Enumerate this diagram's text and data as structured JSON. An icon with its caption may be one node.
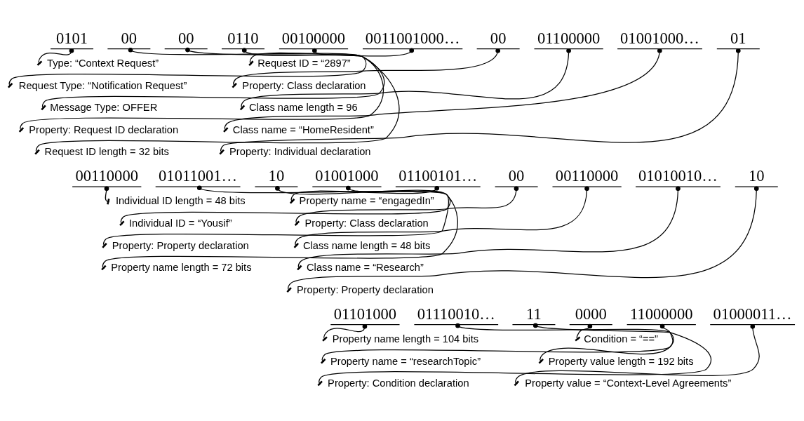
{
  "diagram": {
    "nodes": [
      {
        "text": [
          "0101"
        ]
      },
      {
        "text": [
          "00"
        ]
      },
      {
        "text": [
          "00"
        ]
      },
      {
        "text": [
          "0110"
        ]
      },
      {
        "text": [
          "00100000"
        ]
      },
      {
        "text": [
          "0011001000…"
        ]
      },
      {
        "text": [
          "00"
        ]
      },
      {
        "text": [
          "01100000"
        ]
      },
      {
        "text": [
          "01001000…"
        ]
      },
      {
        "text": [
          "01"
        ]
      },
      {
        "text": [
          "Type: “Context Request”"
        ]
      },
      {
        "text": [
          "Request Type: “Notification Request”"
        ]
      },
      {
        "text": [
          "Message Type: OFFER"
        ]
      },
      {
        "text": [
          "Property: Request ID declaration"
        ]
      },
      {
        "text": [
          "Request ID length = 32 bits"
        ]
      },
      {
        "text": [
          "Request ID = “2897”"
        ]
      },
      {
        "text": [
          "Property: Class declaration"
        ]
      },
      {
        "text": [
          "Class name length = 96"
        ]
      },
      {
        "text": [
          "Class name = “HomeResident”"
        ]
      },
      {
        "text": [
          "Property: Individual declaration"
        ]
      },
      {
        "text": [
          "00110000"
        ]
      },
      {
        "text": [
          "01011001…"
        ]
      },
      {
        "text": [
          "10"
        ]
      },
      {
        "text": [
          "01001000"
        ]
      },
      {
        "text": [
          "01100101…"
        ]
      },
      {
        "text": [
          "00"
        ]
      },
      {
        "text": [
          "00110000"
        ]
      },
      {
        "text": [
          "01010010…"
        ]
      },
      {
        "text": [
          "10"
        ]
      },
      {
        "text": [
          "Individual ID length = 48 bits"
        ]
      },
      {
        "text": [
          "Individual ID = “Yousif”"
        ]
      },
      {
        "text": [
          "Property: Property declaration"
        ]
      },
      {
        "text": [
          "Property name length = 72 bits"
        ]
      },
      {
        "text": [
          "Property name = “engagedIn”"
        ]
      },
      {
        "text": [
          "Property: Class declaration"
        ]
      },
      {
        "text": [
          "Class name length = 48 bits"
        ]
      },
      {
        "text": [
          "Class name = “Research”"
        ]
      },
      {
        "text": [
          "Property: Property declaration"
        ]
      },
      {
        "text": [
          "01101000"
        ]
      },
      {
        "text": [
          "01110010…"
        ]
      },
      {
        "text": [
          "11"
        ]
      },
      {
        "text": [
          "0000"
        ]
      },
      {
        "text": [
          "11000000"
        ]
      },
      {
        "text": [
          "01000011…"
        ]
      },
      {
        "text": [
          "Property name length = 104 bits"
        ]
      },
      {
        "text": [
          "Property name = “researchTopic”"
        ]
      },
      {
        "text": [
          "Property: Condition declaration"
        ]
      },
      {
        "text": [
          "Condition = “==”"
        ]
      },
      {
        "text": [
          "Property value length = 192 bits"
        ]
      },
      {
        "text": [
          "Property value = “Context-Level Agreements”"
        ]
      }
    ],
    "edges": [
      {
        "from": 0,
        "to": 10,
        "arrow": "other"
      },
      {
        "from": 1,
        "to": 11,
        "arrow": "other"
      },
      {
        "from": 2,
        "to": 12,
        "arrow": "other"
      },
      {
        "from": 3,
        "to": 13,
        "arrow": "other"
      },
      {
        "from": 4,
        "to": 14,
        "arrow": "other"
      },
      {
        "from": 5,
        "to": 15,
        "arrow": "other"
      },
      {
        "from": 6,
        "to": 16,
        "arrow": "other"
      },
      {
        "from": 7,
        "to": 17,
        "arrow": "other"
      },
      {
        "from": 8,
        "to": 18,
        "arrow": "other"
      },
      {
        "from": 9,
        "to": 19,
        "arrow": "other"
      },
      {
        "from": 20,
        "to": 29,
        "arrow": "other"
      },
      {
        "from": 21,
        "to": 30,
        "arrow": "other"
      },
      {
        "from": 22,
        "to": 31,
        "arrow": "other"
      },
      {
        "from": 23,
        "to": 32,
        "arrow": "other"
      },
      {
        "from": 24,
        "to": 33,
        "arrow": "other"
      },
      {
        "from": 25,
        "to": 34,
        "arrow": "other"
      },
      {
        "from": 26,
        "to": 35,
        "arrow": "other"
      },
      {
        "from": 27,
        "to": 36,
        "arrow": "other"
      },
      {
        "from": 28,
        "to": 37,
        "arrow": "other"
      },
      {
        "from": 38,
        "to": 44,
        "arrow": "other"
      },
      {
        "from": 39,
        "to": 45,
        "arrow": "other"
      },
      {
        "from": 40,
        "to": 46,
        "arrow": "other"
      },
      {
        "from": 41,
        "to": 47,
        "arrow": "other"
      },
      {
        "from": 42,
        "to": 48,
        "arrow": "other"
      },
      {
        "from": 43,
        "to": 49,
        "arrow": "other"
      }
    ]
  }
}
